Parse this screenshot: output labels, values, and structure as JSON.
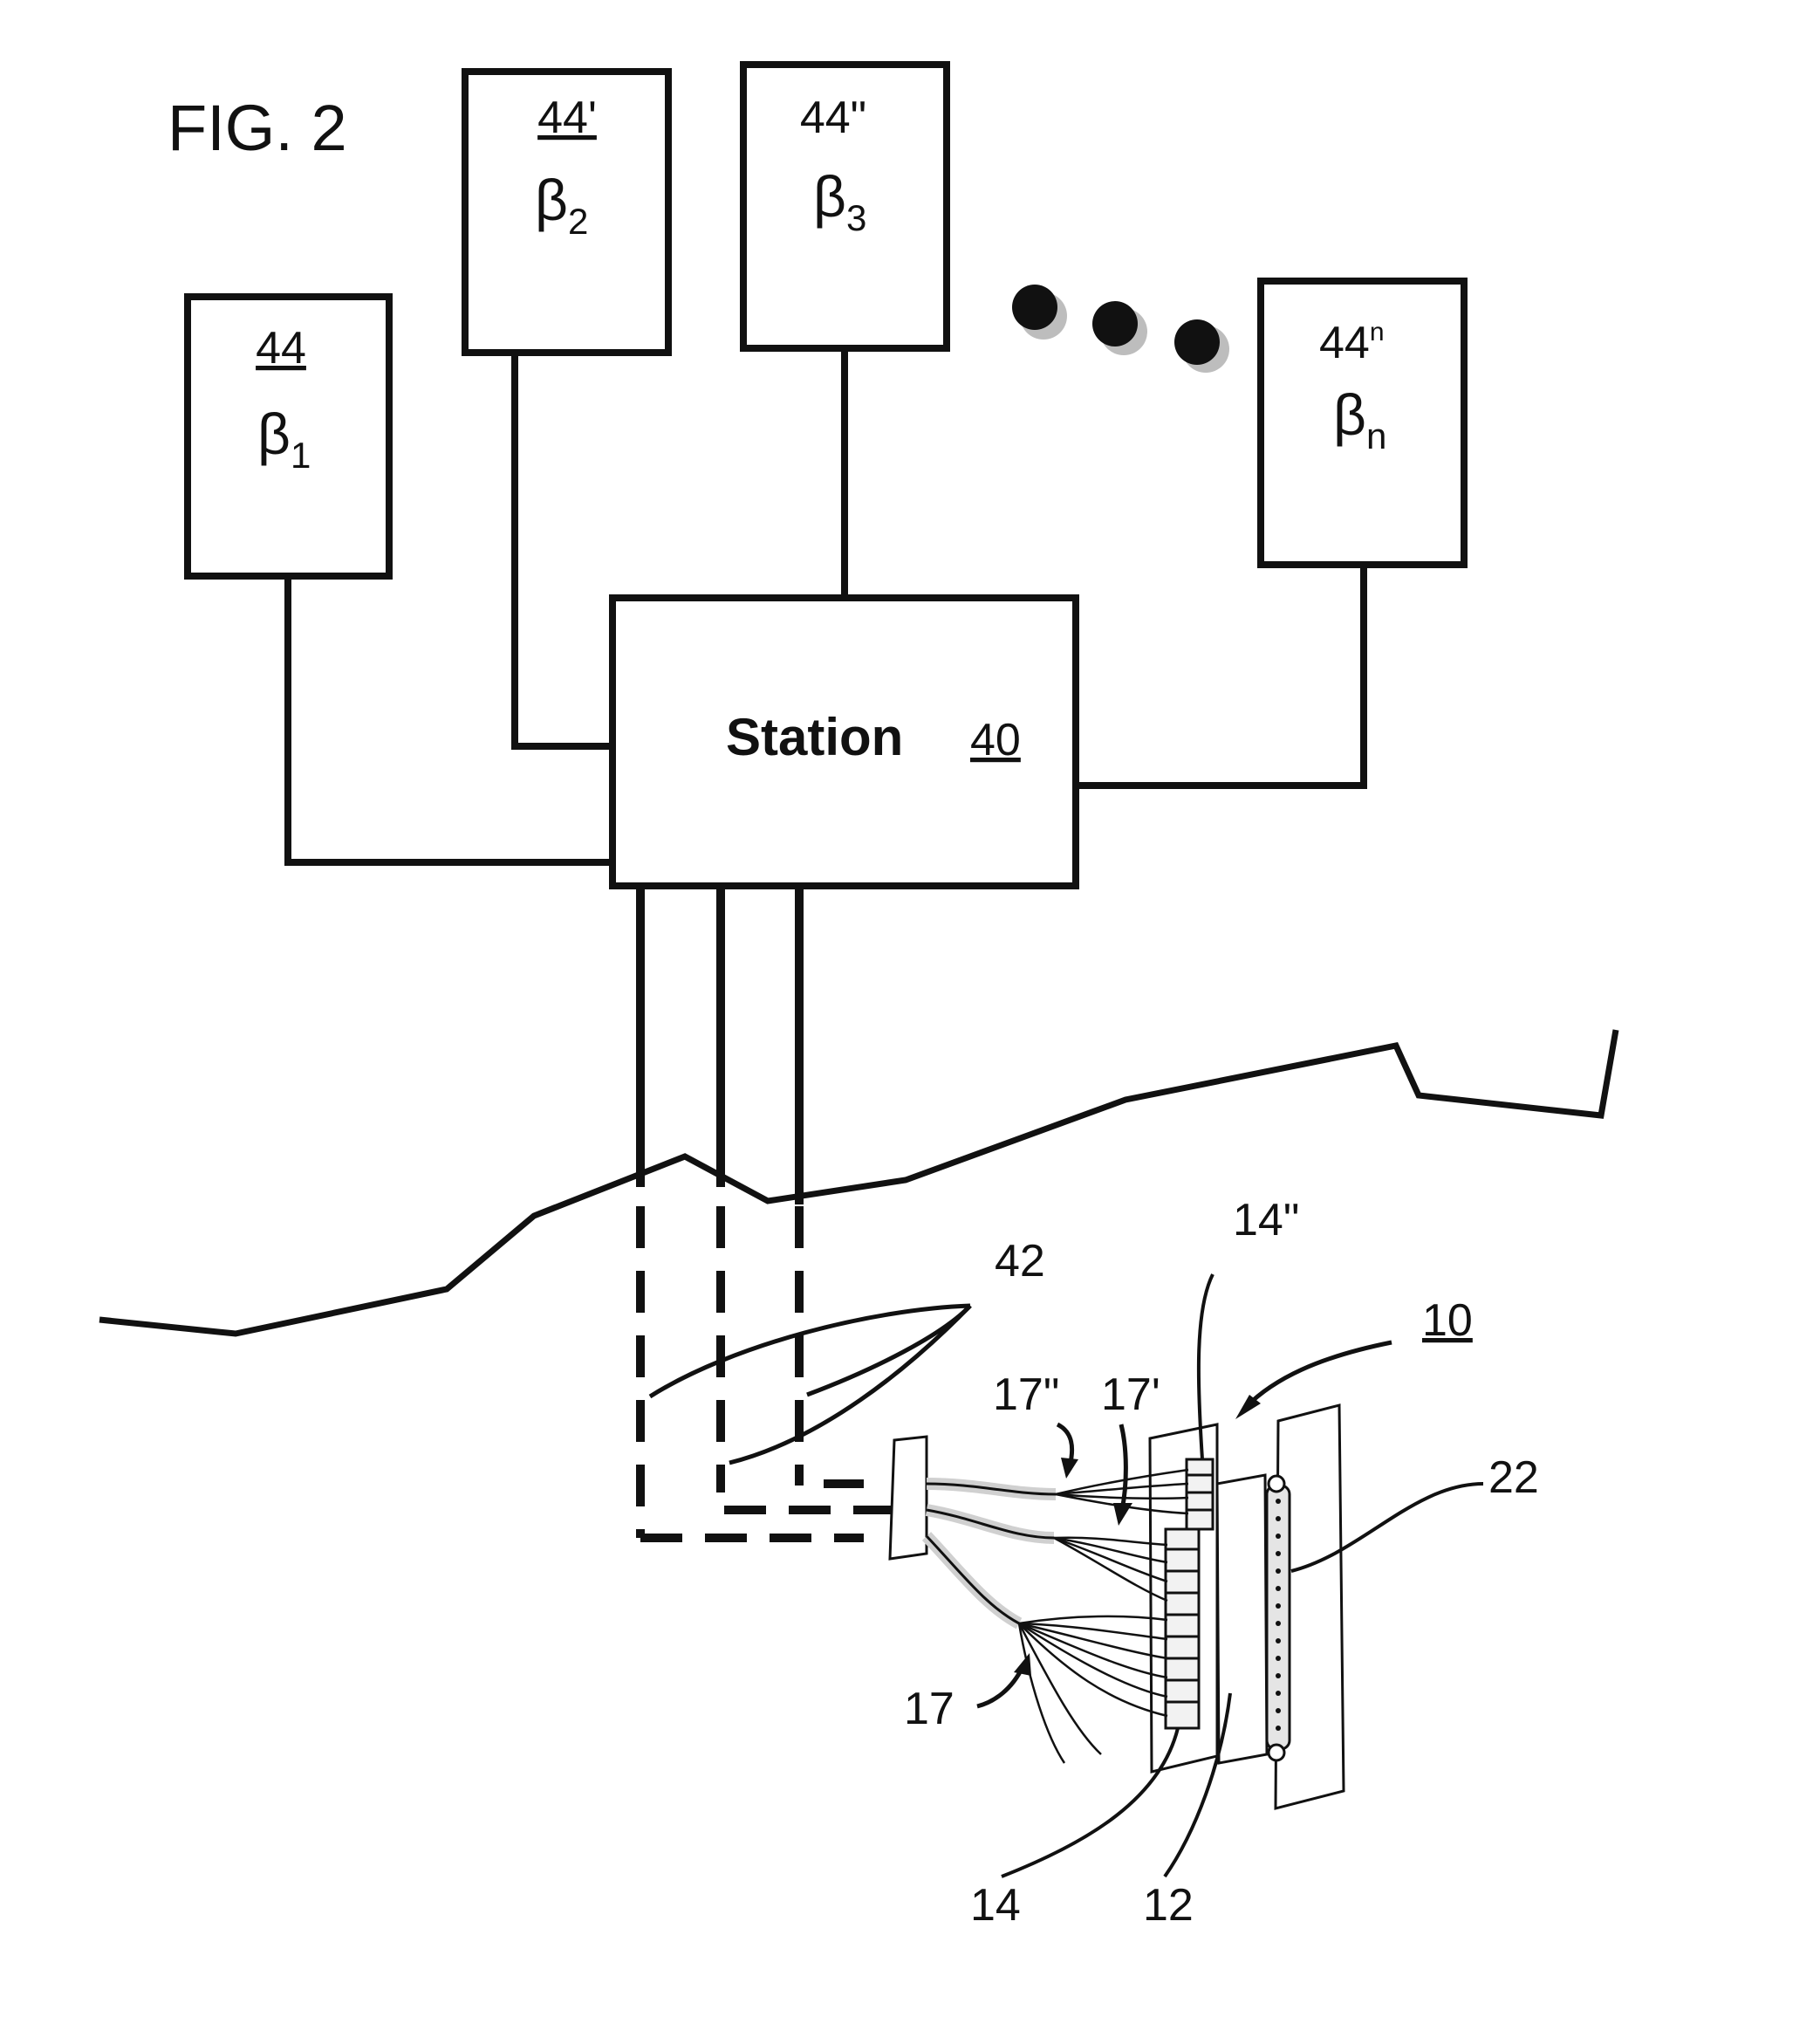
{
  "figure_label": "FIG. 2",
  "station": {
    "text": "Station",
    "ref": "40"
  },
  "boxes": [
    {
      "ref": "44",
      "ref_sup": "",
      "underlined": true,
      "greek": "β",
      "sub": "1"
    },
    {
      "ref": "44'",
      "ref_sup": "",
      "underlined": true,
      "greek": "β",
      "sub": "2"
    },
    {
      "ref": "44\"",
      "ref_sup": "",
      "underlined": false,
      "greek": "β",
      "sub": "3"
    },
    {
      "ref": "44",
      "ref_sup": "n",
      "underlined": false,
      "greek": "β",
      "sub": "n"
    }
  ],
  "labels": {
    "l42": "42",
    "l10": "10",
    "l14pp": "14\"",
    "l17pp": "17\"",
    "l17p": "17'",
    "l22": "22",
    "l17": "17",
    "l14": "14",
    "l12": "12"
  },
  "colors": {
    "line": "#111111",
    "background": "#ffffff",
    "shade": "#bdbdbd"
  }
}
